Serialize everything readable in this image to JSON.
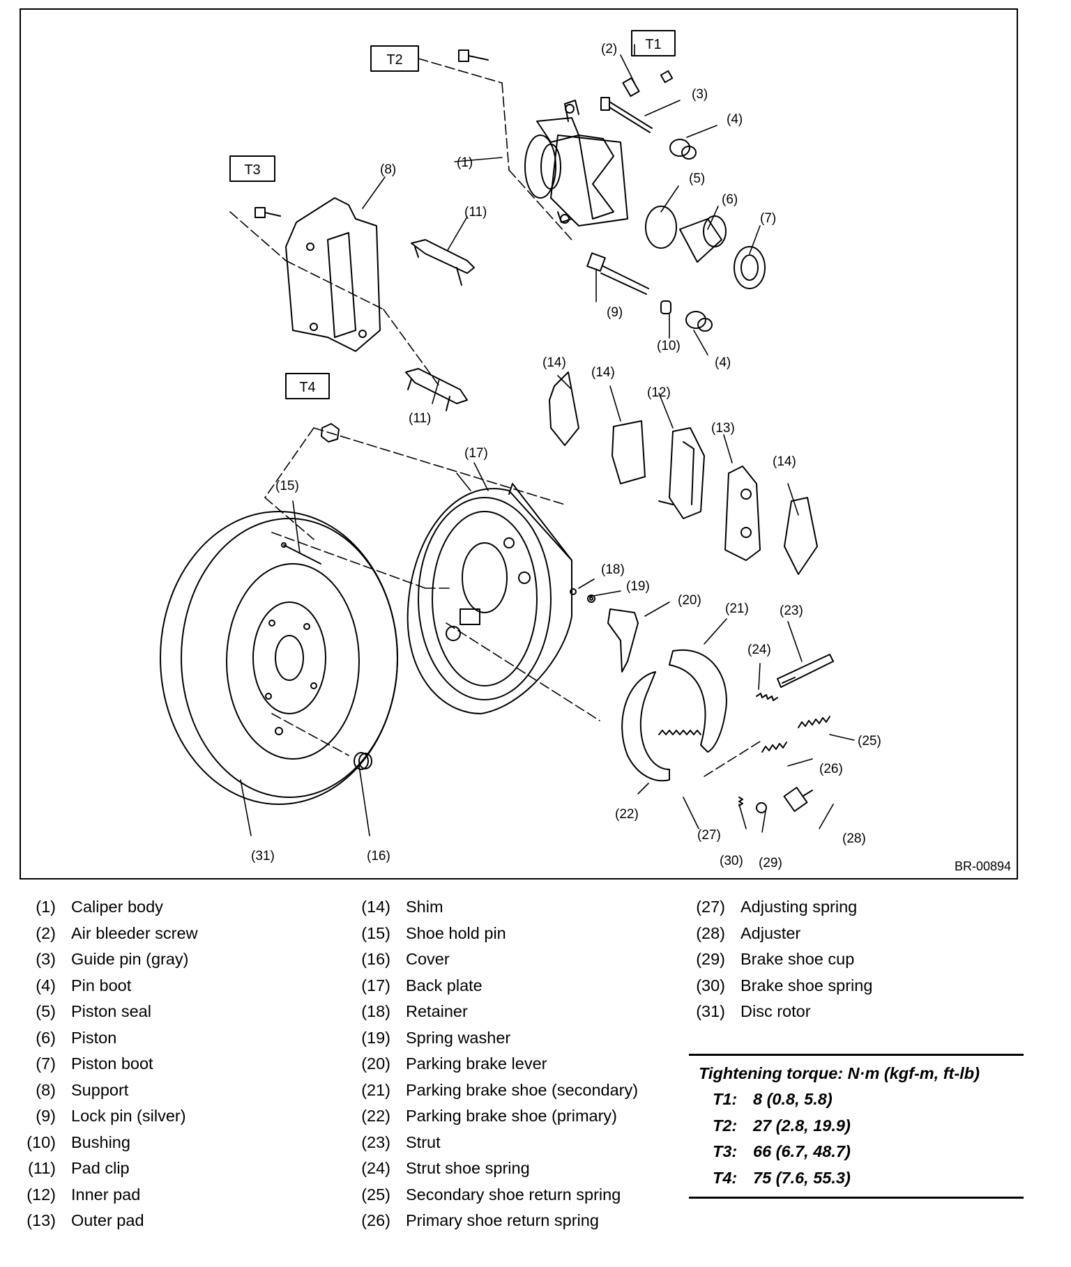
{
  "diagram": {
    "code": "BR-00894",
    "callouts": {
      "c1": "(1)",
      "c2": "(2)",
      "c3": "(3)",
      "c4a": "(4)",
      "c4b": "(4)",
      "c5": "(5)",
      "c6": "(6)",
      "c7": "(7)",
      "c8": "(8)",
      "c9": "(9)",
      "c10": "(10)",
      "c11a": "(11)",
      "c11b": "(11)",
      "c12": "(12)",
      "c13": "(13)",
      "c14a": "(14)",
      "c14b": "(14)",
      "c14c": "(14)",
      "c15": "(15)",
      "c16": "(16)",
      "c17": "(17)",
      "c18": "(18)",
      "c19": "(19)",
      "c20": "(20)",
      "c21": "(21)",
      "c22": "(22)",
      "c23": "(23)",
      "c24": "(24)",
      "c25": "(25)",
      "c26": "(26)",
      "c27": "(27)",
      "c28": "(28)",
      "c29": "(29)",
      "c30": "(30)",
      "c31": "(31)"
    },
    "torque_tags": {
      "t1": "T1",
      "t2": "T2",
      "t3": "T3",
      "t4": "T4"
    }
  },
  "legend": {
    "col1": [
      {
        "num": "(1)",
        "label": "Caliper body"
      },
      {
        "num": "(2)",
        "label": "Air bleeder screw"
      },
      {
        "num": "(3)",
        "label": "Guide pin (gray)"
      },
      {
        "num": "(4)",
        "label": "Pin boot"
      },
      {
        "num": "(5)",
        "label": "Piston seal"
      },
      {
        "num": "(6)",
        "label": "Piston"
      },
      {
        "num": "(7)",
        "label": "Piston boot"
      },
      {
        "num": "(8)",
        "label": "Support"
      },
      {
        "num": "(9)",
        "label": "Lock pin (silver)"
      },
      {
        "num": "(10)",
        "label": "Bushing"
      },
      {
        "num": "(11)",
        "label": "Pad clip"
      },
      {
        "num": "(12)",
        "label": "Inner pad"
      },
      {
        "num": "(13)",
        "label": "Outer pad"
      }
    ],
    "col2": [
      {
        "num": "(14)",
        "label": "Shim"
      },
      {
        "num": "(15)",
        "label": "Shoe hold pin"
      },
      {
        "num": "(16)",
        "label": "Cover"
      },
      {
        "num": "(17)",
        "label": "Back plate"
      },
      {
        "num": "(18)",
        "label": "Retainer"
      },
      {
        "num": "(19)",
        "label": "Spring washer"
      },
      {
        "num": "(20)",
        "label": "Parking brake lever"
      },
      {
        "num": "(21)",
        "label": "Parking brake shoe (secondary)"
      },
      {
        "num": "(22)",
        "label": "Parking brake shoe (primary)"
      },
      {
        "num": "(23)",
        "label": "Strut"
      },
      {
        "num": "(24)",
        "label": "Strut shoe spring"
      },
      {
        "num": "(25)",
        "label": "Secondary shoe return spring"
      },
      {
        "num": "(26)",
        "label": "Primary shoe return spring"
      }
    ],
    "col3": [
      {
        "num": "(27)",
        "label": "Adjusting spring"
      },
      {
        "num": "(28)",
        "label": "Adjuster"
      },
      {
        "num": "(29)",
        "label": "Brake shoe cup"
      },
      {
        "num": "(30)",
        "label": "Brake shoe spring"
      },
      {
        "num": "(31)",
        "label": "Disc rotor"
      }
    ]
  },
  "torque": {
    "title": "Tightening torque: N·m (kgf-m, ft-lb)",
    "rows": [
      {
        "key": "T1:",
        "value": "8 (0.8, 5.8)"
      },
      {
        "key": "T2:",
        "value": "27 (2.8, 19.9)"
      },
      {
        "key": "T3:",
        "value": "66 (6.7, 48.7)"
      },
      {
        "key": "T4:",
        "value": "75 (7.6, 55.3)"
      }
    ]
  }
}
